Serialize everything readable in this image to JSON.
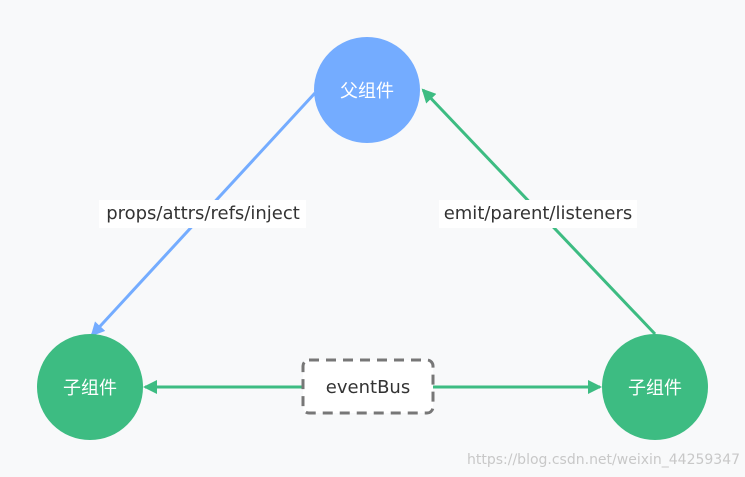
{
  "nodes": {
    "parent": {
      "label": "父组件",
      "color": "#74acff"
    },
    "child_left": {
      "label": "子组件",
      "color": "#3dbc82"
    },
    "child_right": {
      "label": "子组件",
      "color": "#3dbc82"
    }
  },
  "edges": {
    "parent_to_child": {
      "label": "props/attrs/refs/inject",
      "color": "#74acff"
    },
    "child_to_parent": {
      "label": "emit/parent/listeners",
      "color": "#3dbc82"
    },
    "event_bus": {
      "label": "eventBus",
      "color": "#3dbc82",
      "box_border_color": "#777777"
    }
  },
  "watermark": "https://blog.csdn.net/weixin_44259347"
}
